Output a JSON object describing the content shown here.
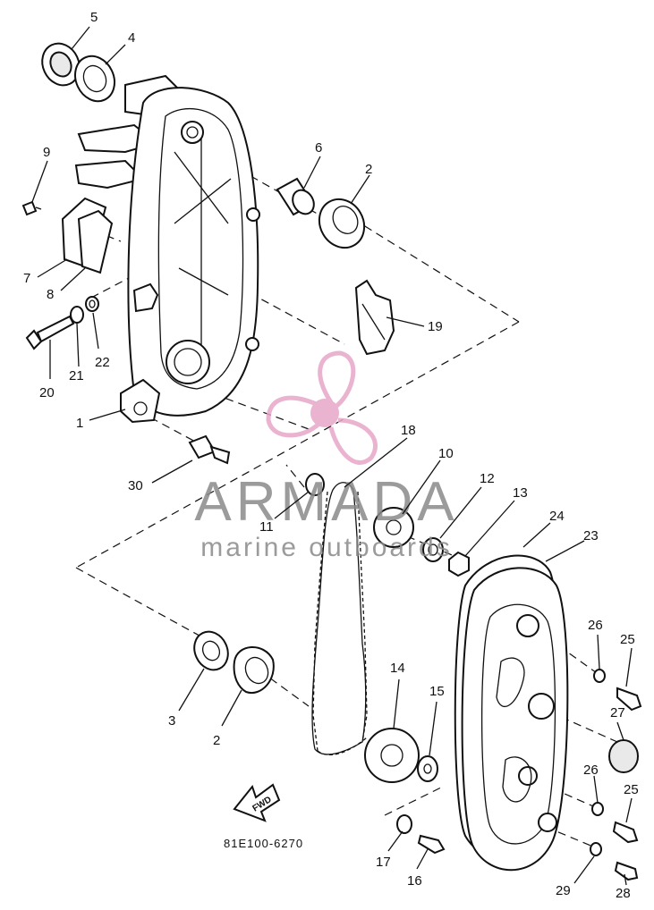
{
  "diagram": {
    "part_code": "81E100-6270",
    "fwd_label": "FWD",
    "callouts": [
      "1",
      "2",
      "2",
      "3",
      "4",
      "5",
      "6",
      "7",
      "8",
      "9",
      "10",
      "11",
      "12",
      "13",
      "14",
      "15",
      "16",
      "17",
      "18",
      "19",
      "20",
      "21",
      "22",
      "23",
      "24",
      "25",
      "25",
      "26",
      "26",
      "27",
      "28",
      "29",
      "30"
    ]
  },
  "watermark": {
    "brand": "ARMADA",
    "tagline": "marine outboards",
    "logo_color": "#e7a6c8",
    "text_color": "#8a8a8a"
  }
}
